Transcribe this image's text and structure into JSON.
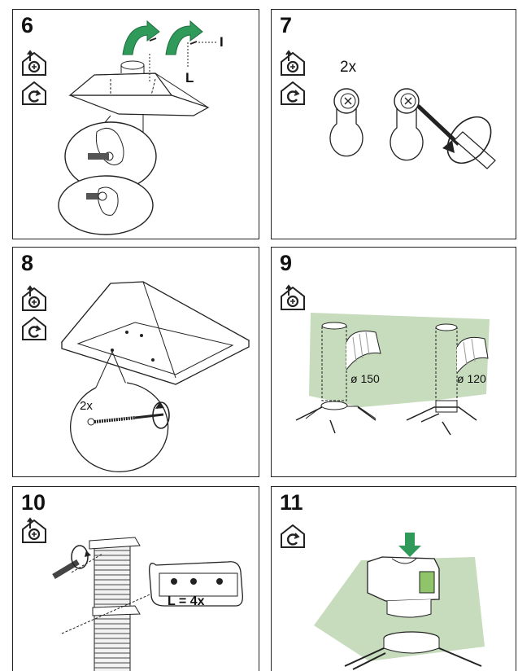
{
  "steps": [
    {
      "number": "6",
      "labels": {
        "i": "I",
        "l": "L"
      }
    },
    {
      "number": "7",
      "labels": {
        "qty": "2x"
      }
    },
    {
      "number": "8",
      "labels": {
        "qty": "2x"
      }
    },
    {
      "number": "9",
      "labels": {
        "d150": "ø 150",
        "d120": "ø 120"
      }
    },
    {
      "number": "10",
      "labels": {
        "l4x": "L = 4x"
      }
    },
    {
      "number": "11"
    }
  ],
  "icons": {
    "extraction_mode": "house-exhaust-icon",
    "recirculation_mode": "house-recirculation-icon"
  },
  "colors": {
    "accent_green": "#2f9a5a",
    "wall_green": "#c6dcbc",
    "filter_green": "#8fc46a",
    "line": "#222222"
  }
}
